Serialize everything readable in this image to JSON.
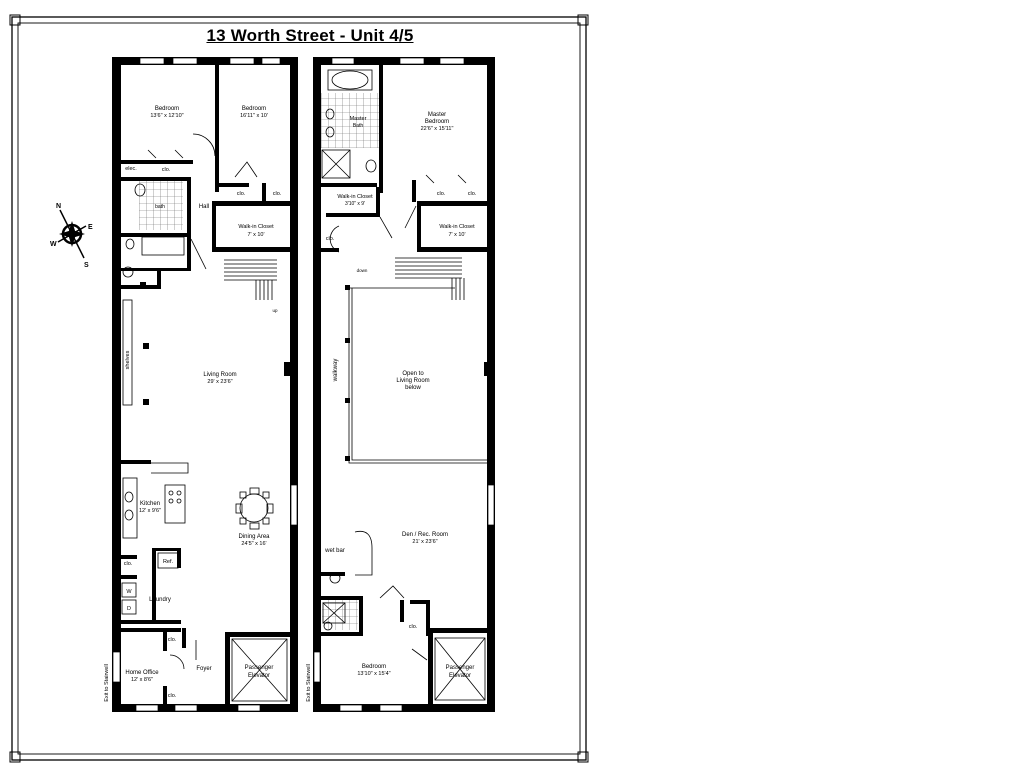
{
  "title": "13 Worth Street - Unit 4/5",
  "compass": {
    "n": "N",
    "s": "S",
    "e": "E",
    "w": "W"
  },
  "left_floor": {
    "bedroom1": {
      "name": "Bedroom",
      "size": "13'6\" x 12'10\""
    },
    "bedroom2": {
      "name": "Bedroom",
      "size": "16'11\" x 10'"
    },
    "cl1": "clo.",
    "cl2": "clo.",
    "cl3": "clo.",
    "cl4": "clo.",
    "cl5": "clo.",
    "cl6": "clo.",
    "elec": "elec.",
    "bath": "bath",
    "hall": "Hall",
    "walkin": {
      "name": "Walk-in Closet",
      "size": "7' x 10'"
    },
    "shelves": "shelves",
    "up": "up",
    "living": {
      "name": "Living Room",
      "size": "29' x 23'6\""
    },
    "kitchen": {
      "name": "Kitchen",
      "size": "12' x 9'6\""
    },
    "dining": {
      "name": "Dining Area",
      "size": "24'5\" x 16'"
    },
    "ref": "Ref.",
    "laundry": "Laundry",
    "w": "W",
    "d": "D",
    "office": {
      "name": "Home Office",
      "size": "12' x 8'6\""
    },
    "foyer": "Foyer",
    "elevator": {
      "line1": "Passenger",
      "line2": "Elevator"
    },
    "stairwell": "Exit to Stairwell"
  },
  "right_floor": {
    "master_bath": {
      "name": "Master",
      "line2": "Bath"
    },
    "master": {
      "name": "Master",
      "line2": "Bedroom",
      "size": "22'6\" x 15'11\""
    },
    "walkin1": {
      "name": "Walk-in Closet",
      "size": "3'10\" x 9'"
    },
    "walkin2": {
      "name": "Walk-in Closet",
      "size": "7' x 10'"
    },
    "cl1": "clo.",
    "cl2": "clo.",
    "cl3": "clo.",
    "cl4": "clo.",
    "down": "down",
    "walkway": "walkway",
    "open": {
      "line1": "Open to",
      "line2": "Living Room",
      "line3": "below"
    },
    "den": {
      "name": "Den / Rec. Room",
      "size": "21' x 23'6\""
    },
    "wetbar": "wet bar",
    "bedroom": {
      "name": "Bedroom",
      "size": "13'10\" x 15'4\""
    },
    "elevator": {
      "line1": "Passenger",
      "line2": "Elevator"
    },
    "stairwell": "Exit to Stairwell"
  }
}
